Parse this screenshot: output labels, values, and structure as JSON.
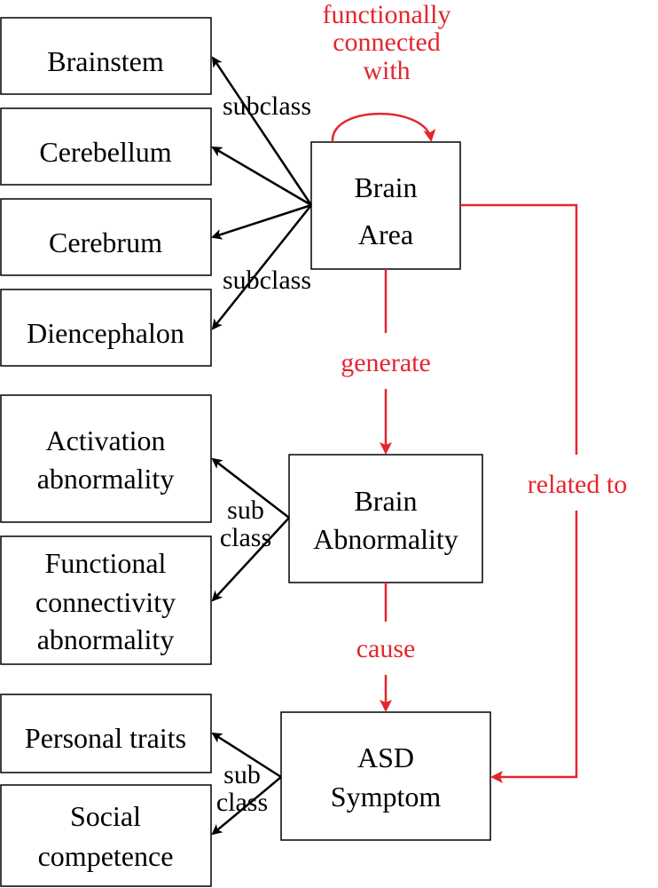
{
  "colors": {
    "relation": "#e3262e",
    "subclass": "#000000"
  },
  "nodes": {
    "brainstem": "Brainstem",
    "cerebellum": "Cerebellum",
    "cerebrum": "Cerebrum",
    "diencephalon": "Diencephalon",
    "activation": [
      "Activation",
      "abnormality"
    ],
    "functional": [
      "Functional",
      "connectivity",
      "abnormality"
    ],
    "personal_traits": "Personal traits",
    "social": [
      "Social",
      "competence"
    ],
    "brain_area": [
      "Brain",
      "Area"
    ],
    "brain_abnormality": [
      "Brain",
      "Abnormality"
    ],
    "asd_symptom": [
      "ASD",
      "Symptom"
    ]
  },
  "edges": {
    "self_loop": [
      "functionally",
      "connected",
      "with"
    ],
    "subclass_top": "subclass",
    "subclass_bottom": "subclass",
    "generate": "generate",
    "cause": "cause",
    "related_to": "related to",
    "sub_class_mid": [
      "sub",
      "class"
    ],
    "sub_class_low": [
      "sub",
      "class"
    ]
  }
}
